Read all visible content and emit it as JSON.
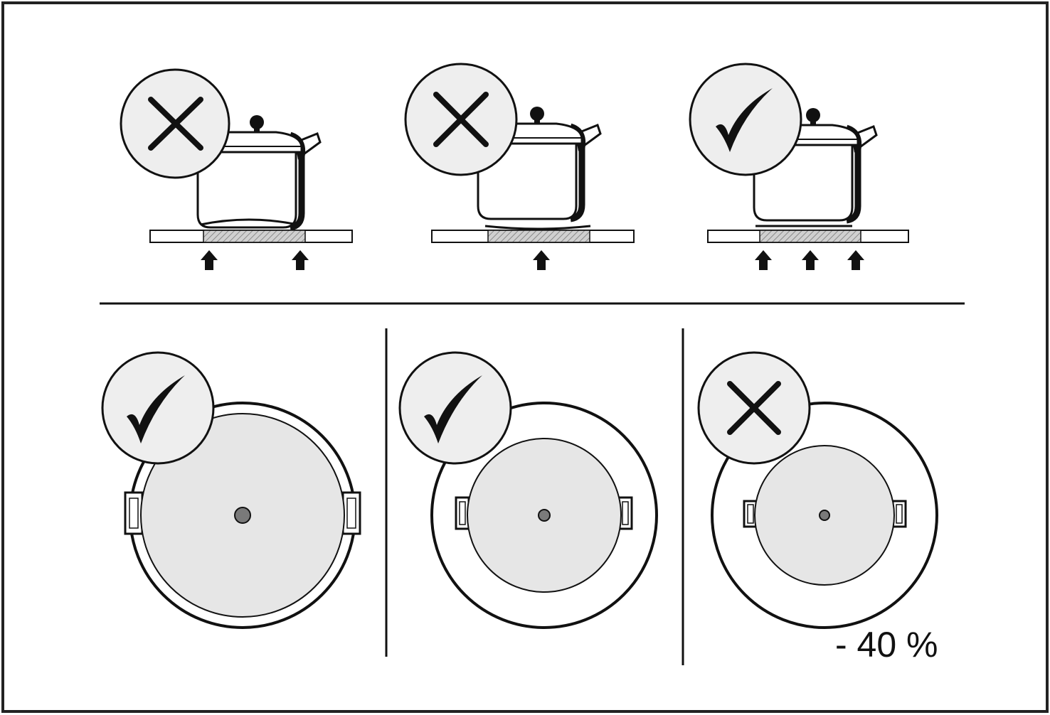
{
  "colors": {
    "ink": "#111111",
    "pot_fill": "#ffffff",
    "badge_fill": "#eeeeee",
    "lid_disc": "#e6e6e6",
    "knob": "#7a7a7a",
    "hatch": "#9a9a9a"
  },
  "top_row": [
    {
      "verdict": "cross",
      "icon": "cross-icon",
      "pot_base": "convex",
      "arrows": 2
    },
    {
      "verdict": "cross",
      "icon": "cross-icon",
      "pot_base": "concave",
      "arrows": 1
    },
    {
      "verdict": "check",
      "icon": "checkmark-icon",
      "pot_base": "flat",
      "arrows": 3
    }
  ],
  "bottom_row": [
    {
      "verdict": "check",
      "icon": "checkmark-icon",
      "pot_size": "large"
    },
    {
      "verdict": "check",
      "icon": "checkmark-icon",
      "pot_size": "medium"
    },
    {
      "verdict": "cross",
      "icon": "cross-icon",
      "pot_size": "small",
      "efficiency_loss": "- 40 %"
    }
  ]
}
